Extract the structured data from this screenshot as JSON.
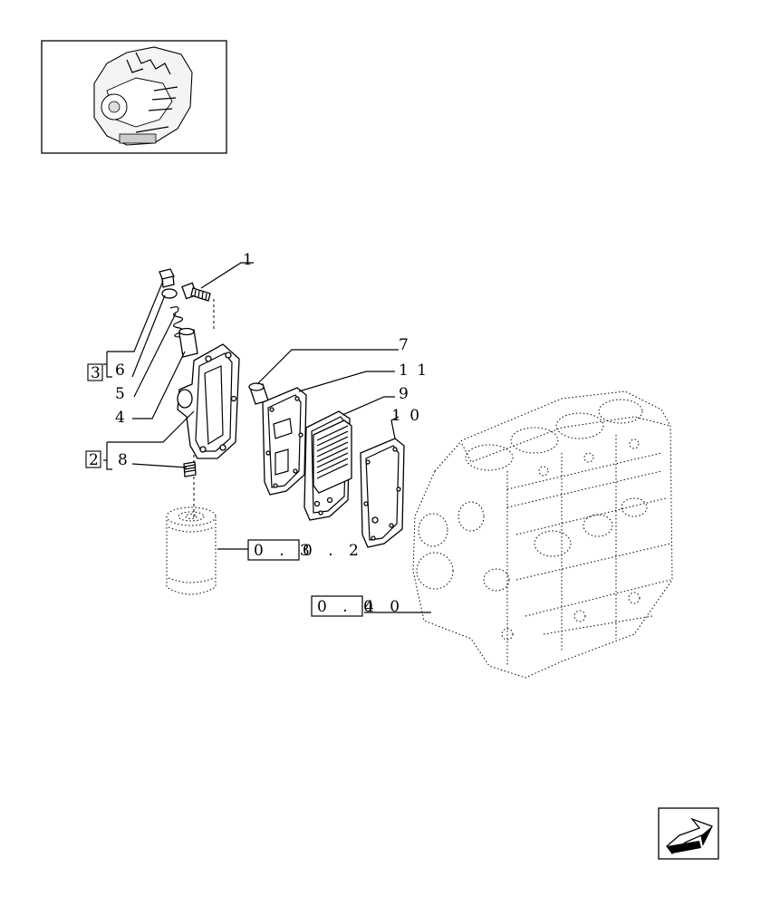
{
  "callouts": {
    "c1": "1",
    "c3": "3",
    "c6": "6",
    "c5": "5",
    "c4": "4",
    "c2": "2",
    "c8": "8",
    "c7": "7",
    "c11": "1 1",
    "c9": "9",
    "c10": "1 0"
  },
  "refs": {
    "filter_boxed": "0 . 3",
    "filter_tail": "0 . 2",
    "block_boxed": "0 . 0",
    "block_tail": "4   0"
  }
}
